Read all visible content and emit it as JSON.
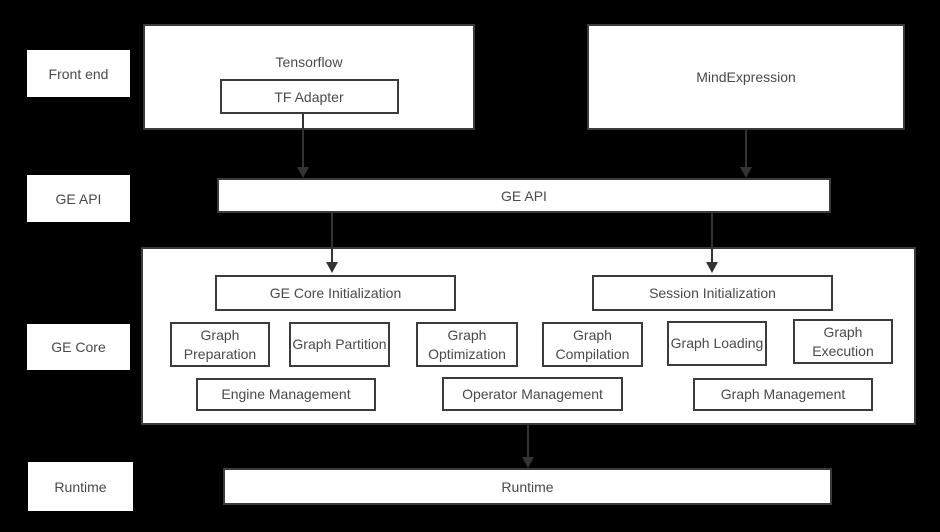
{
  "colors": {
    "background": "#000000",
    "box_fill": "#ffffff",
    "border": "#3b3b3b",
    "text": "#4a4a4a",
    "arrow": "#333333"
  },
  "row_labels": [
    {
      "label": "Front end"
    },
    {
      "label": "GE API"
    },
    {
      "label": "GE Core"
    },
    {
      "label": "Runtime"
    }
  ],
  "front_end": {
    "tensorflow_title": "Tensorflow",
    "tf_adapter_label": "TF Adapter",
    "mindexpression_label": "MindExpression"
  },
  "ge_api_bar": {
    "label": "GE API"
  },
  "ge_core": {
    "init_boxes": [
      "GE Core Initialization",
      "Session Initialization"
    ],
    "function_boxes": [
      "Graph Preparation",
      "Graph Partition",
      "Graph Optimization",
      "Graph Compilation",
      "Graph Loading",
      "Graph Execution"
    ],
    "management_boxes": [
      "Engine Management",
      "Operator Management",
      "Graph Management"
    ]
  },
  "runtime_bar": {
    "label": "Runtime"
  }
}
